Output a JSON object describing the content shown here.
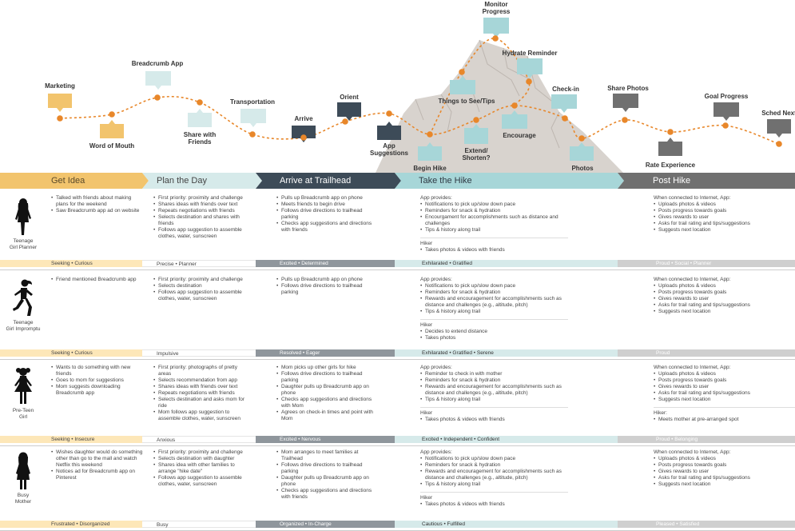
{
  "touchpoints": [
    {
      "id": "marketing",
      "label": "Marketing"
    },
    {
      "id": "word_of_mouth",
      "label": "Word of Mouth"
    },
    {
      "id": "breadcrumb_app",
      "label": "Breadcrumb App"
    },
    {
      "id": "share_with_friends",
      "label": "Share with\nFriends"
    },
    {
      "id": "transportation",
      "label": "Transportation"
    },
    {
      "id": "arrive",
      "label": "Arrive"
    },
    {
      "id": "orient",
      "label": "Orient"
    },
    {
      "id": "app_suggestions",
      "label": "App\nSuggestions"
    },
    {
      "id": "begin_hike",
      "label": "Begin Hike"
    },
    {
      "id": "things_to_see",
      "label": "Things to See/Tips"
    },
    {
      "id": "extend_shorten",
      "label": "Extend/\nShorten?"
    },
    {
      "id": "monitor_progress",
      "label": "Monitor\nProgress"
    },
    {
      "id": "hydrate_reminder",
      "label": "Hydrate Reminder"
    },
    {
      "id": "encourage",
      "label": "Encourage"
    },
    {
      "id": "check_in",
      "label": "Check-in"
    },
    {
      "id": "photos",
      "label": "Photos"
    },
    {
      "id": "share_photos",
      "label": "Share Photos"
    },
    {
      "id": "rate_experience",
      "label": "Rate Experience"
    },
    {
      "id": "goal_progress",
      "label": "Goal Progress"
    },
    {
      "id": "sched_next",
      "label": "Sched Next"
    }
  ],
  "phases": [
    {
      "id": "get_idea",
      "label": "Get Idea",
      "color": "#f2c46d"
    },
    {
      "id": "plan_day",
      "label": "Plan the Day",
      "color": "#d6eaea"
    },
    {
      "id": "arrive_trailhead",
      "label": "Arrive at Trailhead",
      "color": "#3d4b58"
    },
    {
      "id": "take_hike",
      "label": "Take the Hike",
      "color": "#a7d6d8"
    },
    {
      "id": "post_hike",
      "label": "Post Hike",
      "color": "#707070"
    }
  ],
  "personas": [
    {
      "name": "Teenage\nGirl Planner",
      "cells": [
        {
          "items": [
            "Talked with friends about making plans for the weekend",
            "Saw Breadcrumb app ad on website"
          ]
        },
        {
          "items": [
            "First priority: proximity and challenge",
            "Shares ideas with friends over text",
            "Repeats negotiations with friends",
            "Selects destination and shares with friends",
            "Follows app suggestion to assemble clothes, water, sunscreen"
          ]
        },
        {
          "items": [
            "Pulls up Breadcrumb app on phone",
            "Meets friends to begin drive",
            "Follows drive directions to trailhead parking",
            "Checks app suggestions and directions with friends"
          ]
        },
        {
          "intro": "App provides:",
          "items": [
            "Notifications to pick up/slow down pace",
            "Reminders for snack & hydration",
            "Encourgament for accomplishments such as distance and challenges",
            "Tips & history along trail"
          ],
          "intro2": "Hiker",
          "items2": [
            "Takes photos & videos with friends"
          ]
        },
        {
          "intro": "When connected to Internet, App:",
          "items": [
            "Uploads photos & videos",
            "Posts progress towards goals",
            "Gives rewards to user",
            "Asks for trail rating and tips/suggestions",
            "Suggests next location"
          ]
        }
      ],
      "emotions": [
        "Seeking • Curious",
        "Precise • Planner",
        "Excited • Determined",
        "Exhilarated • Gratified",
        "Proud • Social • Planner"
      ]
    },
    {
      "name": "Teenage\nGirl Impromptu",
      "cells": [
        {
          "items": [
            "Friend mentioned Breadcrumb app"
          ]
        },
        {
          "items": [
            "First priority: proximity and challenge",
            "Selects destination",
            "Follows app suggestion to assemble clothes, water, sunscreen"
          ]
        },
        {
          "items": [
            "Pulls up Breadcrumb app on phone",
            "Follows drive directions to trailhead parking"
          ]
        },
        {
          "intro": "App provides:",
          "items": [
            "Notifications to pick up/slow down pace",
            "Reminders for snack & hydration",
            "Rewards and encouragement for accomplishments such as distance and challenges (e.g., altitude, pitch)",
            "Tips & history along trail"
          ],
          "intro2": "Hiker",
          "items2": [
            "Decides to extend distance",
            "Takes photos"
          ]
        },
        {
          "intro": "When connected to Internet, App:",
          "items": [
            "Uploads photos & videos",
            "Posts progress towards goals",
            "Gives rewards to user",
            "Asks for trail rating and tips/suggestions",
            "Suggests next location"
          ]
        }
      ],
      "emotions": [
        "Seeking • Curious",
        "Impulsive",
        "Resolved • Eager",
        "Exhilarated • Gratified • Serene",
        "Proud"
      ]
    },
    {
      "name": "Pre-Teen\nGirl",
      "cells": [
        {
          "items": [
            "Wants to do something with new friends",
            "Goes to mom for suggestions",
            "Mom suggests downloading Breadcrumb app"
          ]
        },
        {
          "items": [
            "First priority: photographs of pretty areas",
            "Selects recommendation from app",
            "Shares ideas with friends over text",
            "Repeats negotiations with friends",
            "Selects destination and asks mom for ride",
            "Mom follows app suggestion to assemble clothes, water, sunscreen"
          ]
        },
        {
          "items": [
            "Mom picks up other girls for hike",
            "Follows drive directions to trailhead parking",
            "Daughter pulls up Breadcrumb app on phone",
            "Checks app suggestions and directions with Mom",
            "Agrees on check-in times and point with Mom"
          ]
        },
        {
          "intro": "App provides:",
          "items": [
            "Reminder to check in with mother",
            "Reminders for snack & hydration",
            "Rewards and encouragement for accomplishments such as distance and challenges (e.g., altitude, pitch)",
            "Tips & history along trail"
          ],
          "intro2": "Hiker",
          "items2": [
            "Takes photos & videos with friends"
          ]
        },
        {
          "intro": "When connected to Internet, App:",
          "items": [
            "Uploads photos & videos",
            "Posts progress towards goals",
            "Gives rewards to user",
            "Asks for trail rating and tips/suggestions",
            "Suggests next location"
          ],
          "intro2": "Hiker:",
          "items2": [
            "Meets mother at pre-arranged spot"
          ]
        }
      ],
      "emotions": [
        "Seeking • Insecure",
        "Anxious",
        "Excited • Nervous",
        "Excited • Independent • Confident",
        "Proud • Belonging"
      ]
    },
    {
      "name": "Busy\nMother",
      "cells": [
        {
          "items": [
            "Wishes daughter would do something other than go to the mall and watch Netflix this weekend",
            "Notices ad for Breadcrumb app on Pinterest"
          ]
        },
        {
          "items": [
            "First priority: proximity and challenge",
            "Selects destination with daughter",
            "Shares idea with other families to arrange \"hike date\"",
            "Follows app suggestion to assemble clothes, water, sunscreen"
          ]
        },
        {
          "items": [
            "Mom arranges to meet families at Trailhead",
            "Follows drive directions to trailhead parking",
            "Daughter pulls up Breadcrumb app on phone",
            "Checks app suggestions and directions with friends"
          ]
        },
        {
          "intro": "App provides:",
          "items": [
            "Notifications to pick up/slow down pace",
            "Reminders for snack & hydration",
            "Rewards and encouragement for accomplishments such as distance and challenges (e.g., altitude, pitch)",
            "Tips & history along trail"
          ],
          "intro2": "Hiker",
          "items2": [
            "Takes photos & videos with friends"
          ]
        },
        {
          "intro": "When connected to Internet, App:",
          "items": [
            "Uploads photos & videos",
            "Posts progress towards goals",
            "Gives rewards to user",
            "Asks for trail rating and tips/suggestions",
            "Suggests next location"
          ]
        }
      ],
      "emotions": [
        "Frustrated • Disorganized",
        "Busy",
        "Organized • In-Charge",
        "Cautious • Fulfilled",
        "Pleased • Satisfied"
      ]
    }
  ],
  "colors": {
    "trail": "#e8872a",
    "mountain": "#d8d3ce",
    "yellow": "#f2c46d",
    "light_teal": "#d6eaea",
    "dark": "#3d4b58",
    "teal": "#a7d6d8",
    "gray": "#707070"
  }
}
